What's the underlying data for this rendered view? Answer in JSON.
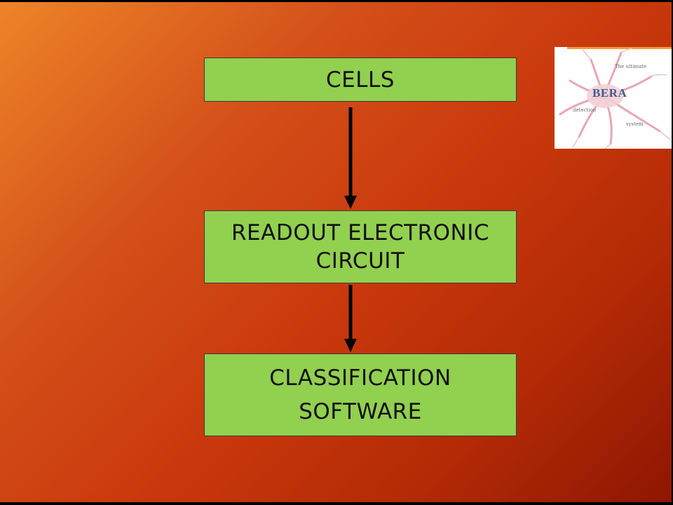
{
  "diagram": {
    "nodes": [
      {
        "id": "cells",
        "lines": [
          "CELLS"
        ]
      },
      {
        "id": "readout",
        "lines": [
          "READOUT ELECTRONIC",
          "CIRCUIT"
        ]
      },
      {
        "id": "classification",
        "lines": [
          "CLASSIFICATION",
          "SOFTWARE"
        ]
      }
    ],
    "edges": [
      {
        "from": "cells",
        "to": "readout"
      },
      {
        "from": "readout",
        "to": "classification"
      }
    ]
  },
  "logo": {
    "brand": "BERA",
    "tagline_top": "The ultimate",
    "tagline_left": "detection",
    "tagline_bottom": "system"
  },
  "colors": {
    "box_fill": "#92d050",
    "arrow": "#000000",
    "brand": "#3e5c8f"
  }
}
